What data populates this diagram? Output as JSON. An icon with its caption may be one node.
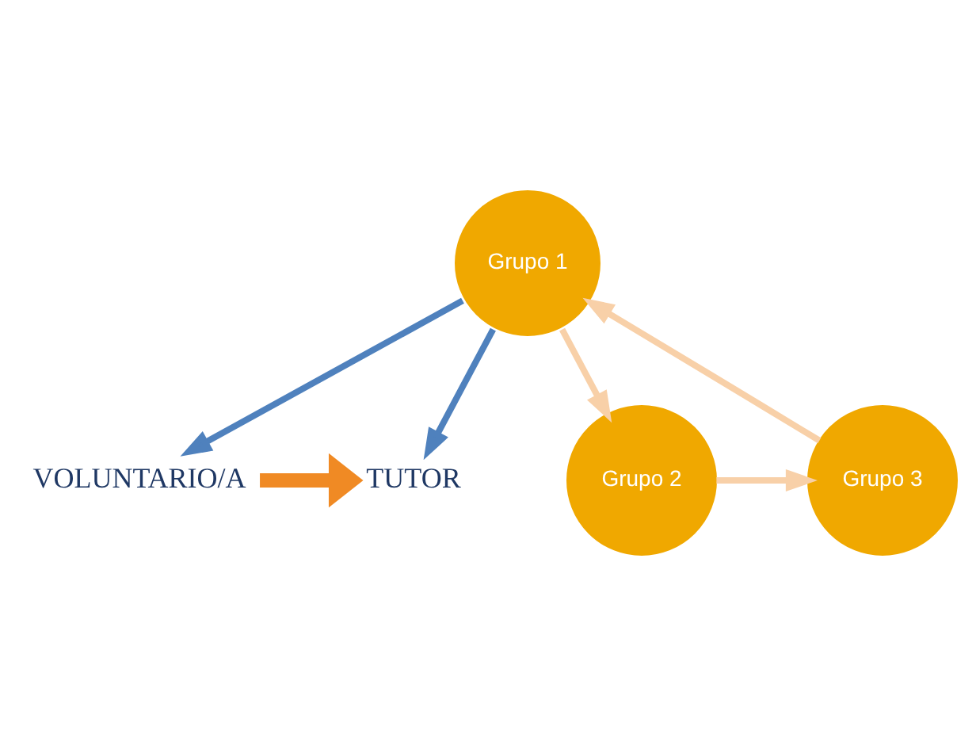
{
  "diagram": {
    "nodes": [
      {
        "text": [
          "VOLUNTARIO/A"
        ]
      },
      {
        "text": [
          "TUTOR"
        ]
      },
      {
        "text": [
          "Grupo 1"
        ]
      },
      {
        "text": [
          "Grupo 2"
        ]
      },
      {
        "text": [
          "Grupo 3"
        ]
      }
    ],
    "edges": [
      {
        "from": 0,
        "to": 1,
        "arrow": "to",
        "style": "thick",
        "color": "#f08a24"
      },
      {
        "from": 2,
        "to": 0,
        "arrow": "to",
        "color": "#4f81bd"
      },
      {
        "from": 2,
        "to": 1,
        "arrow": "to",
        "color": "#4f81bd"
      },
      {
        "from": 2,
        "to": 3,
        "arrow": "to"
      },
      {
        "from": 3,
        "to": 4,
        "arrow": "to"
      },
      {
        "from": 4,
        "to": 2,
        "arrow": "to"
      }
    ]
  }
}
